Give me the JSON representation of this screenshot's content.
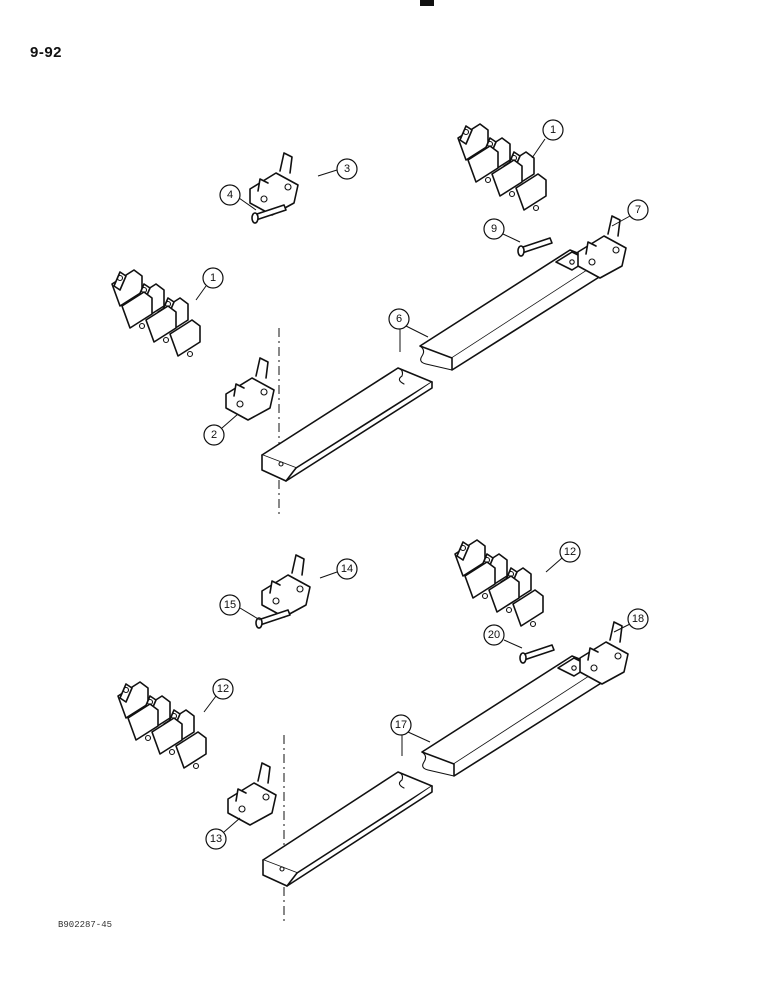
{
  "page_number": "9-92",
  "figure_code": "B902287-45",
  "callouts": {
    "c1a": "1",
    "c1b": "1",
    "c2": "2",
    "c3": "3",
    "c4": "4",
    "c6": "6",
    "c7": "7",
    "c9": "9",
    "c12a": "12",
    "c12b": "12",
    "c13": "13",
    "c14": "14",
    "c15": "15",
    "c17": "17",
    "c18": "18",
    "c20": "20"
  }
}
